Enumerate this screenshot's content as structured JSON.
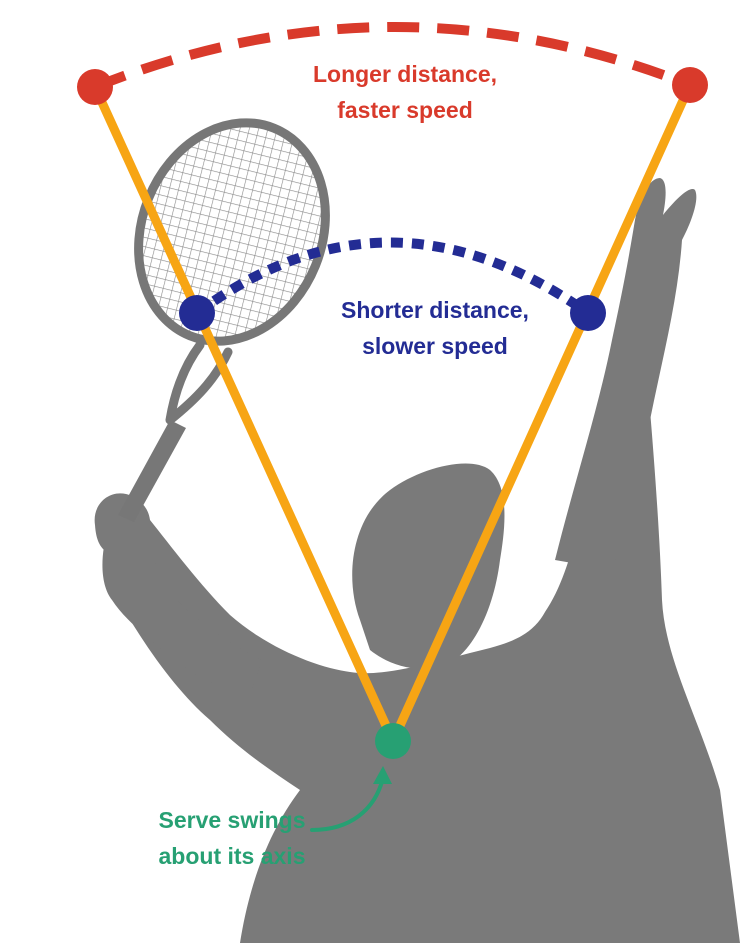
{
  "labels": {
    "outer": {
      "line1": "Longer distance,",
      "line2": "faster speed"
    },
    "inner": {
      "line1": "Shorter distance,",
      "line2": "slower speed"
    },
    "axis": {
      "line1": "Serve swings",
      "line2": "about its axis"
    }
  },
  "colors": {
    "outer_arc": "#d93a2b",
    "inner_arc": "#232c94",
    "axis": "#27a073",
    "arms": "#f7a514",
    "silhouette": "#7a7a7a",
    "racket": "#777777"
  },
  "icons": {
    "player": "tennis-player-silhouette",
    "racket": "tennis-racket",
    "pointer": "curved-arrow"
  }
}
